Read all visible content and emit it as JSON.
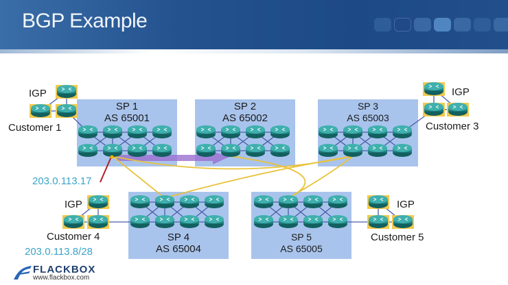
{
  "slide": {
    "title": "BGP Example",
    "nav_dots": [
      {
        "state": "normal"
      },
      {
        "state": "outlined"
      },
      {
        "state": "mid"
      },
      {
        "state": "active"
      },
      {
        "state": "mid"
      },
      {
        "state": "normal"
      },
      {
        "state": "mid"
      }
    ]
  },
  "providers": [
    {
      "id": "sp1",
      "name": "SP 1",
      "as": "AS 65001"
    },
    {
      "id": "sp2",
      "name": "SP 2",
      "as": "AS 65002"
    },
    {
      "id": "sp3",
      "name": "SP 3",
      "as": "AS 65003"
    },
    {
      "id": "sp4",
      "name": "SP 4",
      "as": "AS 65004"
    },
    {
      "id": "sp5",
      "name": "SP 5",
      "as": "AS 65005"
    }
  ],
  "customers": [
    {
      "id": "c1",
      "name": "Customer 1",
      "igp": "IGP",
      "connects_to": "sp1"
    },
    {
      "id": "c3",
      "name": "Customer 3",
      "igp": "IGP",
      "connects_to": "sp3"
    },
    {
      "id": "c4",
      "name": "Customer 4",
      "igp": "IGP",
      "connects_to": "sp4",
      "prefix": "203.0.113.8/28"
    },
    {
      "id": "c5",
      "name": "Customer 5",
      "igp": "IGP",
      "connects_to": "sp5"
    }
  ],
  "annotations": {
    "router_ip": "203.0.113.17"
  },
  "bgp_links": [
    {
      "from": "sp1",
      "to": "sp2",
      "style": "purple-arrow"
    },
    {
      "from": "sp1",
      "to": "sp3",
      "style": "yellow"
    },
    {
      "from": "sp1",
      "to": "sp4",
      "style": "yellow"
    },
    {
      "from": "sp2",
      "to": "sp5",
      "style": "yellow"
    },
    {
      "from": "sp3",
      "to": "sp5",
      "style": "yellow"
    },
    {
      "from": "sp4",
      "to": "sp3",
      "style": "yellow"
    }
  ],
  "colors": {
    "sp_box": "#a9c4ec",
    "router": "#1f8a8c",
    "router_highlight": "#f2c94c",
    "mesh_link": "#4a5aa8",
    "bgp_link": "#e8c23a",
    "arrow": "#9b6fd1",
    "ip_text": "#3aa4c8",
    "pointer": "#b0202a"
  },
  "footer": {
    "brand": "FLACKBOX",
    "url": "www.flackbox.com"
  }
}
